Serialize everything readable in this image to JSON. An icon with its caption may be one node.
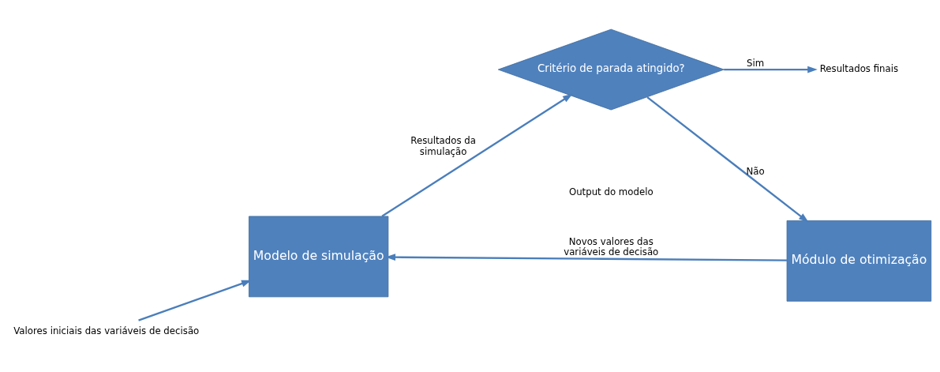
{
  "diagram": {
    "nodes": [
      {
        "text": [
          "Valores iniciais das variáveis de decisão"
        ]
      },
      {
        "text": [
          "Modelo de simulação"
        ]
      },
      {
        "text": [
          "Critério de parada atingido?"
        ]
      },
      {
        "text": [
          "Resultados finais"
        ]
      },
      {
        "text": [
          "Módulo de otimização"
        ]
      }
    ],
    "edges": [
      {
        "from": 0,
        "to": 1,
        "arrow": "to"
      },
      {
        "from": 1,
        "to": 2,
        "arrow": "to",
        "label": "Resultados da simulação"
      },
      {
        "from": 2,
        "to": 3,
        "arrow": "to",
        "label": "Sim"
      },
      {
        "from": 2,
        "to": 4,
        "arrow": "to",
        "label": "Não"
      },
      {
        "from": 4,
        "to": 1,
        "arrow": "to",
        "label": "Novos valores das variáveis de decisão"
      }
    ],
    "labels": [
      "Output do modelo"
    ]
  }
}
